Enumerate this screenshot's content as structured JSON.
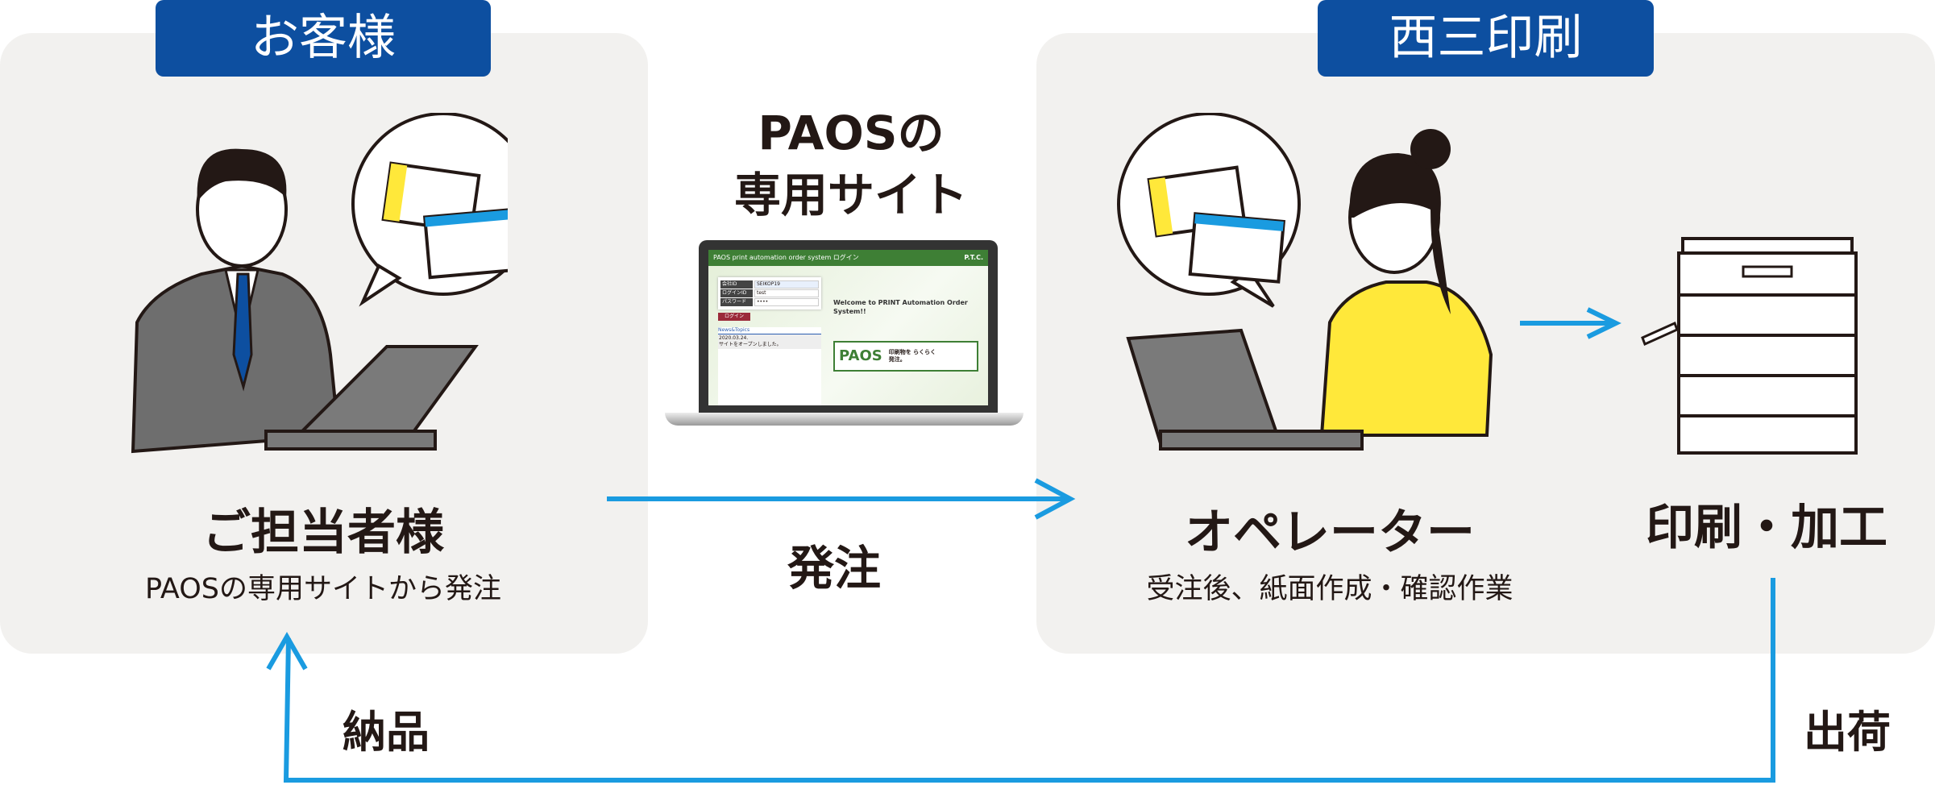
{
  "customer": {
    "badge": "お客様",
    "role": "ご担当者様",
    "desc": "PAOSの専用サイトから発注"
  },
  "printer_company": {
    "badge": "西三印刷",
    "role": "オペレーター",
    "desc": "受注後、紙面作成・確認作業",
    "process": "印刷・加工"
  },
  "site": {
    "title_line1": "PAOSの",
    "title_line2": "専用サイト"
  },
  "flow": {
    "order": "発注",
    "ship": "出荷",
    "deliver": "納品"
  },
  "screen": {
    "header": "PAOS print automation order system ログイン",
    "brand": "P.T.C.",
    "company_id_label": "会社ID",
    "company_id_value": "SEIKOP19",
    "login_id_label": "ログインID",
    "login_id_value": "test",
    "password_label": "パスワード",
    "password_value": "••••",
    "login_button": "ログイン",
    "news_title": "News&Topics",
    "news_date": "2020.03.24.",
    "news_text": "サイトをオープンしました。",
    "welcome": "Welcome to PRINT Automation Order System!!",
    "logo": "PAOS",
    "tagline": "印刷物を らくらく発注。"
  },
  "colors": {
    "badge": "#0d4fa0",
    "arrow": "#1a9be0",
    "panel": "#f2f1ef",
    "yellow": "#ffe83a"
  }
}
